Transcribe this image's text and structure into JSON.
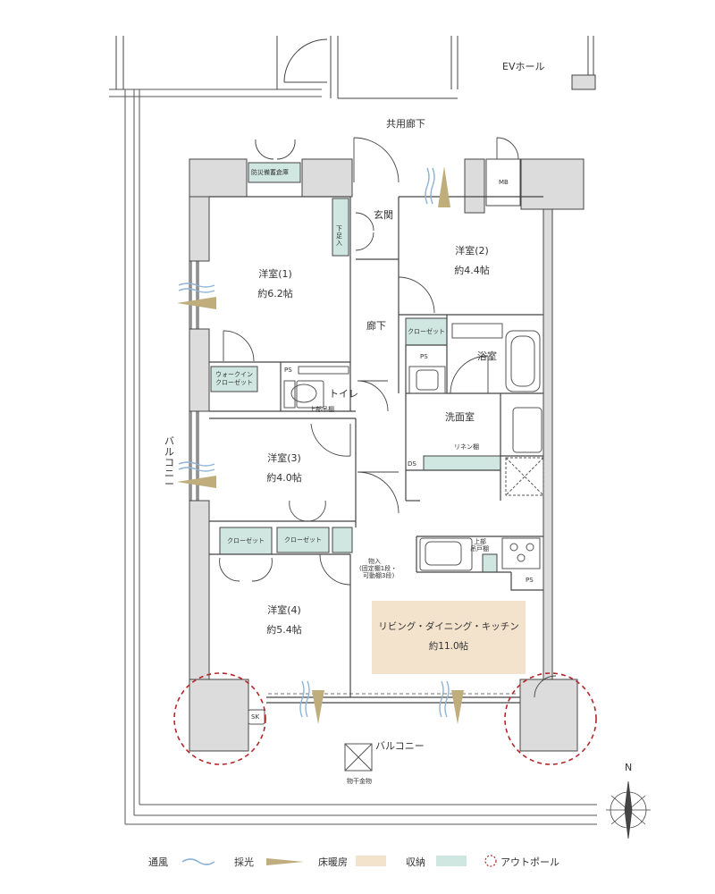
{
  "labels": {
    "ev_hall": "EVホール",
    "common_corridor": "共用廊下",
    "disaster_storage": "防災備蓄倉庫",
    "mb": "MB",
    "entrance": "玄関",
    "shoe_storage": "下足入",
    "corridor": "廊下",
    "bathroom": "浴室",
    "washroom": "洗面室",
    "toilet": "トイレ",
    "upper_shelf": "上部吊棚",
    "linen_shelf": "リネン棚",
    "ps": "PS",
    "ds": "DS",
    "upper_cabinet_line1": "上部",
    "upper_cabinet_line2": "吊戸棚",
    "balcony_side": "バルコニー",
    "balcony_bottom": "バルコニー",
    "closet_hanger": "物干金物",
    "sk": "SK",
    "storage_line1": "物入",
    "storage_line2": "(固定棚1段・",
    "storage_line3": "可動棚3段)",
    "north": "N"
  },
  "rooms": {
    "western1_name": "洋室(1)",
    "western1_size": "約6.2帖",
    "western2_name": "洋室(2)",
    "western2_size": "約4.4帖",
    "western3_name": "洋室(3)",
    "western3_size": "約4.0帖",
    "western4_name": "洋室(4)",
    "western4_size": "約5.4帖",
    "ldk_name": "リビング・ダイニング・キッチン",
    "ldk_size": "約11.0帖"
  },
  "storage": {
    "walkin_line1": "ウォークイン",
    "walkin_line2": "クローゼット",
    "closet_r2": "クローゼット",
    "closet_r3": "クローゼット",
    "closet_r4": "クローゼット"
  },
  "legend": {
    "ventilation": "通風",
    "daylight": "採光",
    "floor_heating": "床暖房",
    "storage": "収納",
    "outpole": "アウトポール"
  },
  "colors": {
    "wall": "#dcdcdc",
    "storage": "#cfe6e1",
    "floor_heating": "#f3e2cc",
    "ventilation": "#8fb4d6",
    "daylight": "#bfae7c",
    "outpole": "#b5262b"
  }
}
